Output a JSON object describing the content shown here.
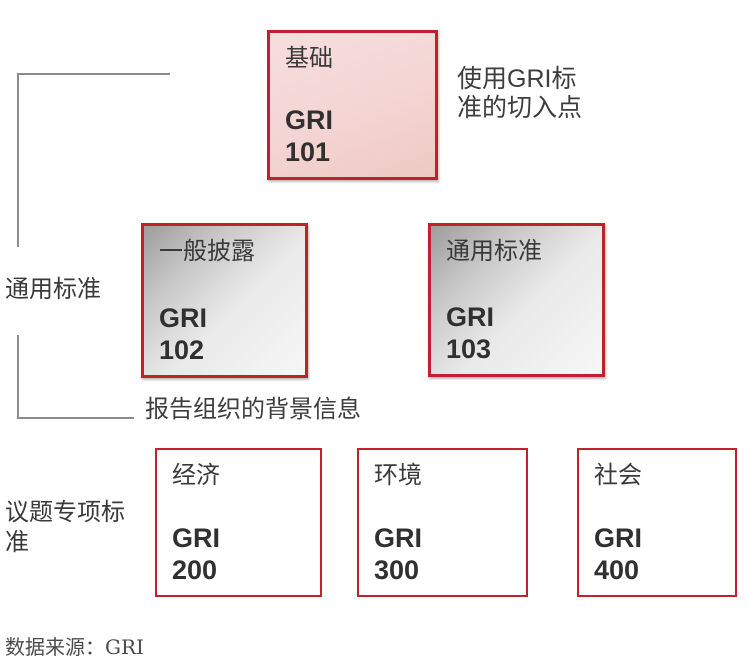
{
  "diagram": {
    "title_context": "GRI standards structure diagram",
    "boxes": [
      {
        "id": "gri-101",
        "title": "基础",
        "code": "GRI\n101",
        "style": "pink"
      },
      {
        "id": "gri-102",
        "title": "一般披露",
        "code": "GRI\n102",
        "style": "gray"
      },
      {
        "id": "gri-103",
        "title": "通用标准",
        "code": "GRI\n103",
        "style": "gray"
      },
      {
        "id": "gri-200",
        "title": "经济",
        "code": "GRI\n200",
        "style": "white"
      },
      {
        "id": "gri-300",
        "title": "环境",
        "code": "GRI\n300",
        "style": "white"
      },
      {
        "id": "gri-400",
        "title": "社会",
        "code": "GRI\n400",
        "style": "white"
      }
    ],
    "labels": {
      "general_standards": "通用标准",
      "topic_specific": "议题专项标\n准",
      "entry_note": "使用GRI标\n准的切入点",
      "context_note": "报告组织的背景信息",
      "source": "数据来源：GRI"
    },
    "colors": {
      "border_red": "#c1202f",
      "connector_gray": "#8c8c8c",
      "pink_top": "#f6dedd",
      "pink_bottom": "#efc9c3",
      "gray_dark": "#9d9d9d",
      "gray_light": "#f7f7f7",
      "text_dark": "#3a3a3a"
    }
  }
}
